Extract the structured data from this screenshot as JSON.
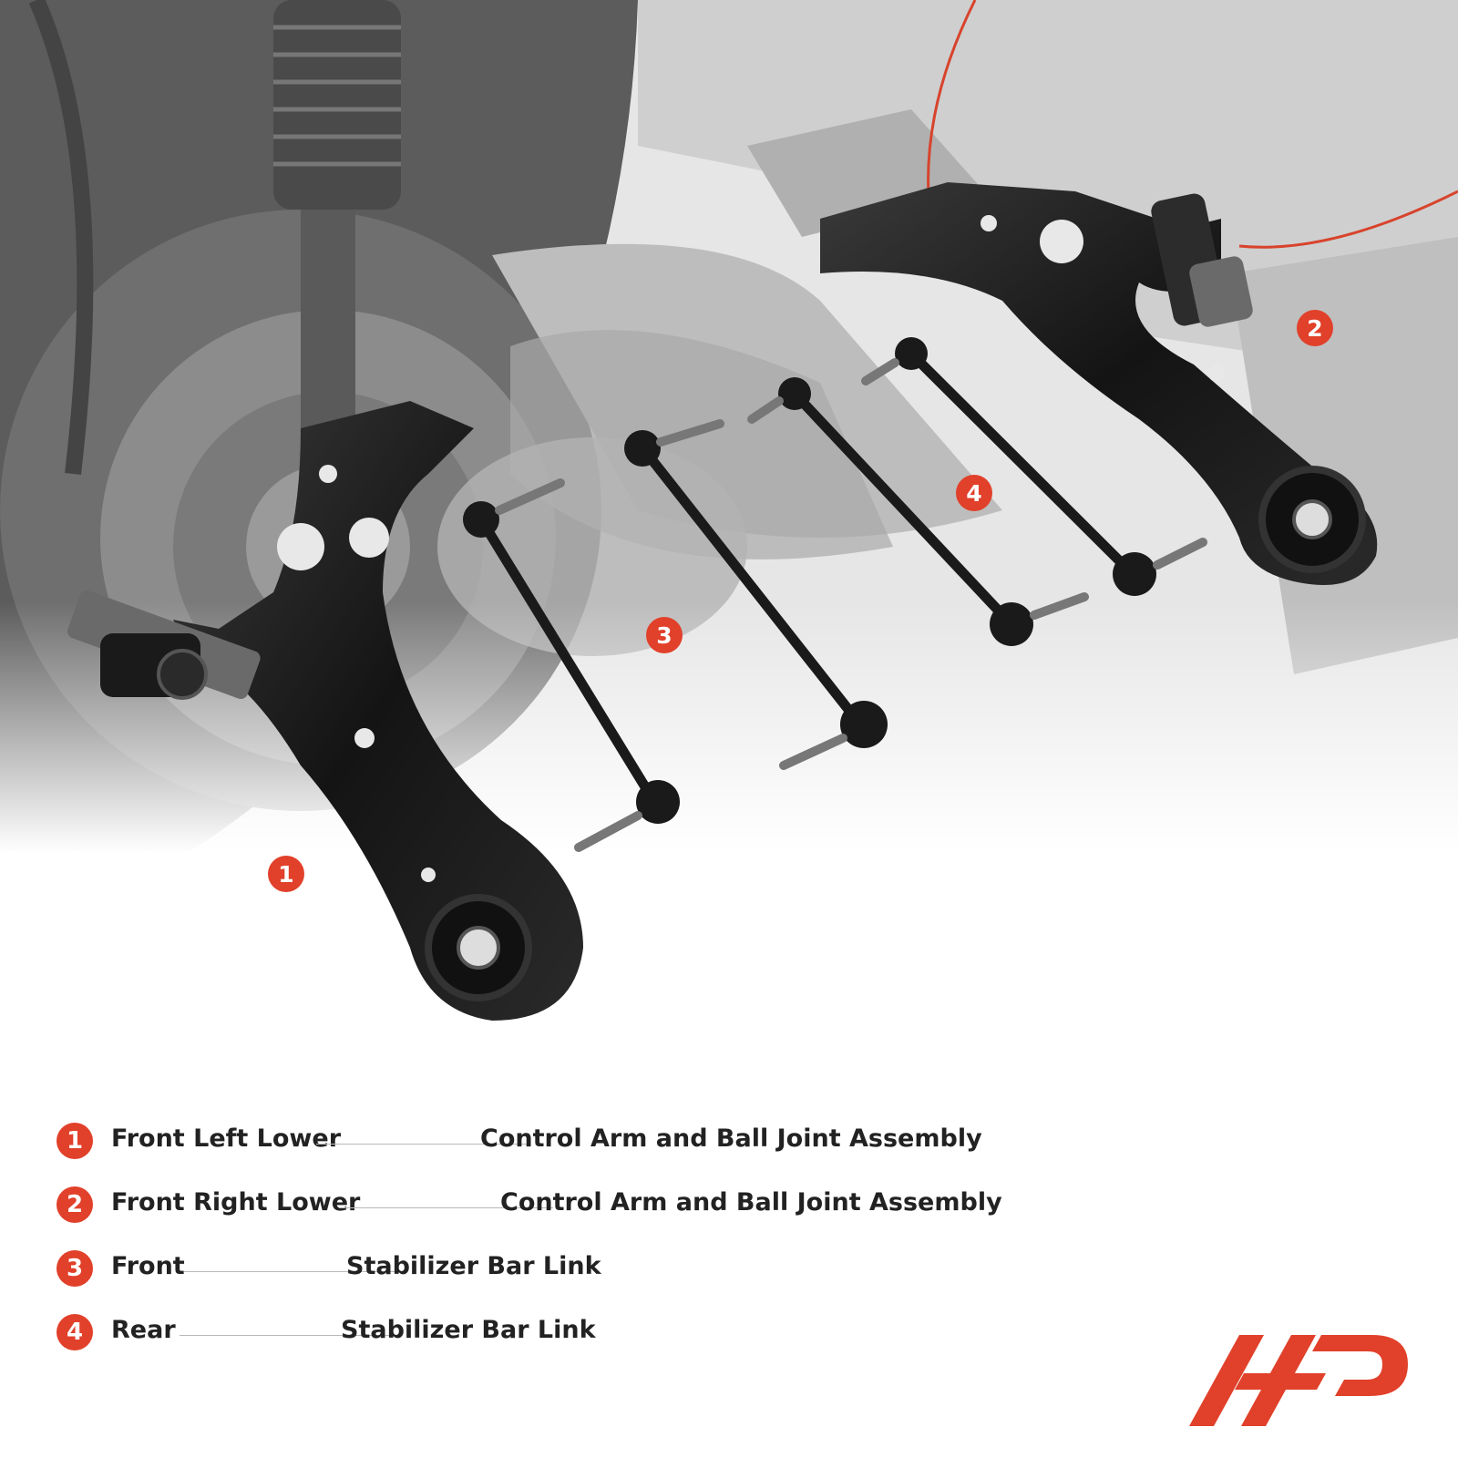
{
  "callouts": [
    {
      "num": "1"
    },
    {
      "num": "2"
    },
    {
      "num": "3"
    },
    {
      "num": "4"
    }
  ],
  "legend": [
    {
      "num": "1",
      "position": "Front Left Lower",
      "part": "Control Arm and Ball Joint Assembly"
    },
    {
      "num": "2",
      "position": "Front Right Lower",
      "part": "Control Arm and Ball Joint Assembly"
    },
    {
      "num": "3",
      "position": "Front",
      "part": "Stabilizer Bar Link"
    },
    {
      "num": "4",
      "position": "Rear",
      "part": "Stabilizer Bar Link"
    }
  ],
  "colors": {
    "accent": "#e1402a",
    "text": "#222222",
    "background": "#ffffff"
  },
  "icons": {
    "logo": "brand-logo-icon"
  }
}
